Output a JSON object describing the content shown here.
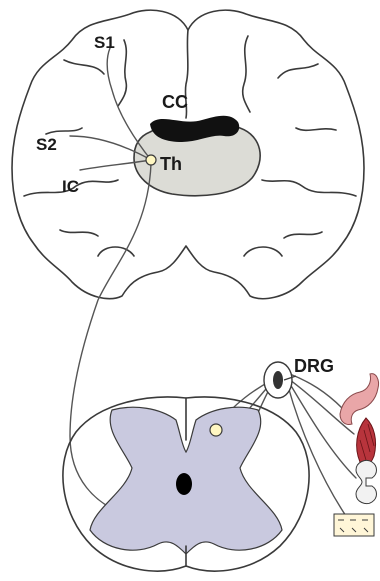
{
  "labels": {
    "s1": "S1",
    "s2": "S2",
    "ic": "IC",
    "cc": "CC",
    "th": "Th",
    "drg": "DRG"
  },
  "colors": {
    "thalamus_fill": "#dcdcd6",
    "gray_matter_fill": "#c9c9df",
    "corpus_callosum": "#111111",
    "neuron_fill": "#fff7c2",
    "skin": "#e9a6a8",
    "muscle": "#b8343c",
    "joint": "#f2f2f2",
    "receptor_box": "#fff6d8"
  },
  "icons": [
    "neuron-soma-icon",
    "skin-receptor-icon",
    "muscle-icon",
    "joint-icon",
    "skin-surface-icon"
  ]
}
